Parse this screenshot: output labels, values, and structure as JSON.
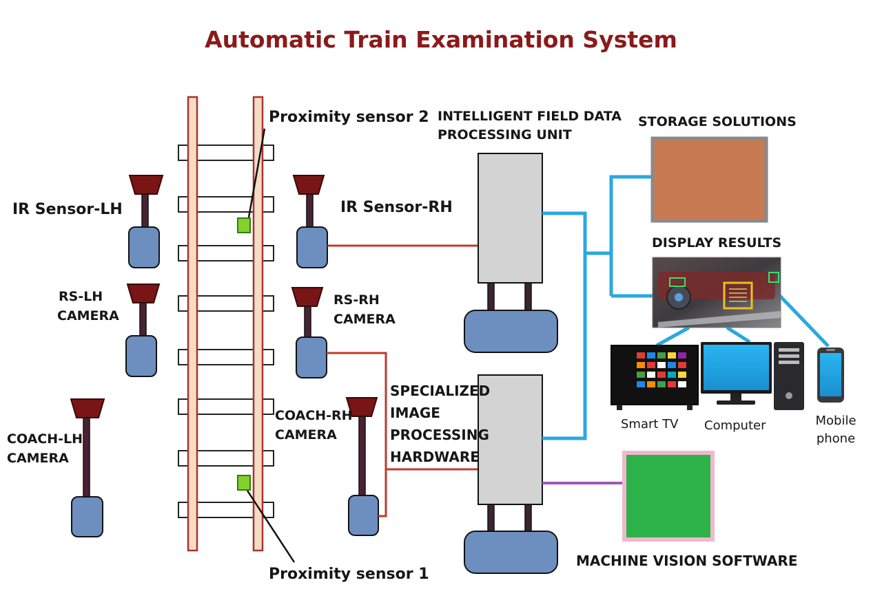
{
  "title": "Automatic Train Examination System",
  "labels": {
    "proximity_sensor_2": "Proximity sensor 2",
    "proximity_sensor_1": "Proximity sensor 1",
    "ir_sensor_lh": "IR Sensor-LH",
    "ir_sensor_rh": "IR Sensor-RH",
    "rs_lh_camera_line1": "RS-LH",
    "rs_lh_camera_line2": "CAMERA",
    "rs_rh_camera_line1": "RS-RH",
    "rs_rh_camera_line2": "CAMERA",
    "coach_lh_camera_line1": "COACH-LH",
    "coach_lh_camera_line2": "CAMERA",
    "coach_rh_camera_line1": "COACH-RH",
    "coach_rh_camera_line2": "CAMERA",
    "field_unit_line1": "INTELLIGENT FIELD DATA",
    "field_unit_line2": "PROCESSING UNIT",
    "image_hw_line1": "SPECIALIZED",
    "image_hw_line2": "IMAGE",
    "image_hw_line3": "PROCESSING",
    "image_hw_line4": "HARDWARE",
    "storage_solutions": "STORAGE SOLUTIONS",
    "display_results": "DISPLAY RESULTS",
    "smart_tv": "Smart TV",
    "computer": "Computer",
    "mobile_line1": "Mobile",
    "mobile_line2": "phone",
    "machine_vision_software": "MACHINE VISION SOFTWARE"
  },
  "colors": {
    "title": "#8b1a1a",
    "rail_fill": "#f6dcc4",
    "rail_stroke": "#a83232",
    "camera_head": "#7a1515",
    "camera_pole": "#4a2233",
    "camera_body": "#6d8fbf",
    "sensor_fill": "#86d129",
    "unit_fill": "#d3d3d3",
    "red_link": "#c0392b",
    "blue_link": "#29a8e0",
    "purple_link": "#9b59b6",
    "storage_fill": "#c87a52",
    "storage_border": "#8a8a8a",
    "software_fill": "#2db34a",
    "software_border": "#f2b6cf"
  }
}
